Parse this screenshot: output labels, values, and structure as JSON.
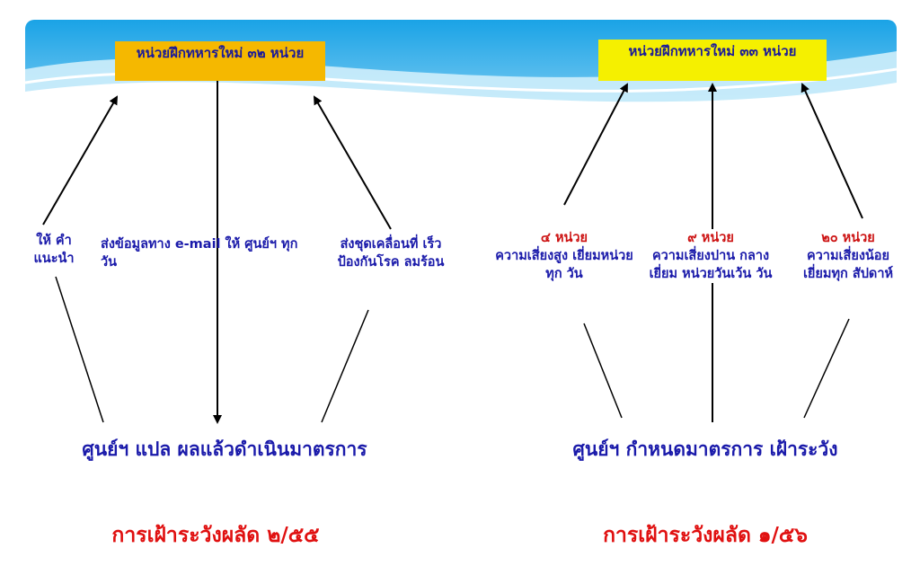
{
  "colors": {
    "banner_top": "#1aa3e6",
    "box_left": "#f5b800",
    "box_right": "#f5f000",
    "label_blue": "#1a1aaa",
    "label_red": "#e01010"
  },
  "left": {
    "box": "หน่วยฝึกทหารใหม่ ๓๒ หน่วย",
    "label_1": "ให้ คำแนะนำ",
    "label_2": "ส่งข้อมูลทาง e-mail ให้ ศูนย์ฯ ทุกวัน",
    "label_3": "ส่งชุดเคลื่อนที่ เร็วป้องกันโรค ลมร้อน",
    "center": "ศูนย์ฯ แปล ผลแล้วดำเนินมาตรการ",
    "title": "การเฝ้าระวังผลัด ๒/๕๕"
  },
  "right": {
    "box": "หน่วยฝึกทหารใหม่ ๓๓ หน่วย",
    "group_1_count": "๔ หน่วย",
    "group_1_text": "ความเสี่ยงสูง เยี่ยมหน่วยทุก วัน",
    "group_2_count": "๙ หน่วย",
    "group_2_text": "ความเสี่ยงปาน กลางเยี่ยม หน่วยวันเว้น วัน",
    "group_3_count": "๒๐ หน่วย",
    "group_3_text": "ความเสี่ยงน้อย เยี่ยมทุก สัปดาห์",
    "center": "ศูนย์ฯ กำหนดมาตรการ เฝ้าระวัง",
    "title": "การเฝ้าระวังผลัด ๑/๕๖"
  }
}
